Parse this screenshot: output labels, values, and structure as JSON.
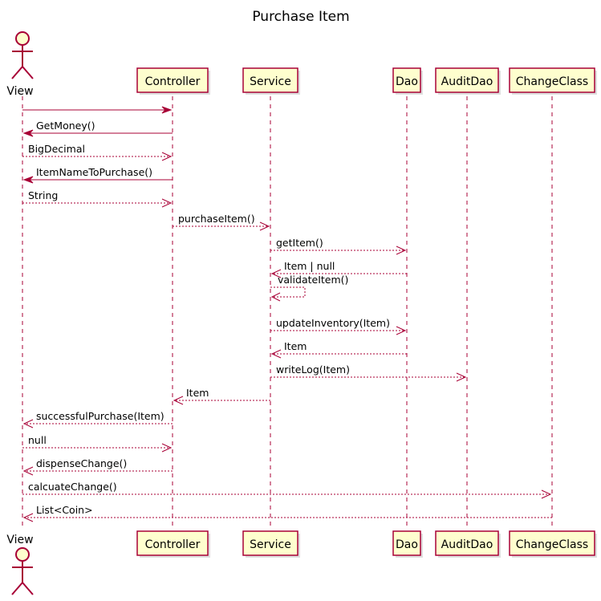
{
  "title": "Purchase Item",
  "colors": {
    "line": "#A80036",
    "box_fill": "#FEFECE"
  },
  "participants": [
    {
      "id": "view",
      "name": "View",
      "kind": "actor"
    },
    {
      "id": "controller",
      "name": "Controller",
      "kind": "participant"
    },
    {
      "id": "service",
      "name": "Service",
      "kind": "participant"
    },
    {
      "id": "dao",
      "name": "Dao",
      "kind": "participant"
    },
    {
      "id": "auditdao",
      "name": "AuditDao",
      "kind": "participant"
    },
    {
      "id": "changeclass",
      "name": "ChangeClass",
      "kind": "participant"
    }
  ],
  "messages": [
    {
      "from": "view",
      "to": "controller",
      "label": "",
      "style": "solid"
    },
    {
      "from": "controller",
      "to": "view",
      "label": "GetMoney()",
      "style": "solid"
    },
    {
      "from": "view",
      "to": "controller",
      "label": "BigDecimal",
      "style": "dashed"
    },
    {
      "from": "controller",
      "to": "view",
      "label": "ItemNameToPurchase()",
      "style": "solid"
    },
    {
      "from": "view",
      "to": "controller",
      "label": "String",
      "style": "dashed"
    },
    {
      "from": "controller",
      "to": "service",
      "label": "purchaseItem()",
      "style": "dashed"
    },
    {
      "from": "service",
      "to": "dao",
      "label": "getItem()",
      "style": "dashed"
    },
    {
      "from": "dao",
      "to": "service",
      "label": "Item | null",
      "style": "dashed"
    },
    {
      "from": "service",
      "to": "service",
      "label": "validateItem()",
      "style": "dashed"
    },
    {
      "from": "service",
      "to": "dao",
      "label": "updateInventory(Item)",
      "style": "dashed"
    },
    {
      "from": "dao",
      "to": "service",
      "label": "Item",
      "style": "dashed"
    },
    {
      "from": "service",
      "to": "auditdao",
      "label": "writeLog(Item)",
      "style": "dashed"
    },
    {
      "from": "service",
      "to": "controller",
      "label": "Item",
      "style": "dashed"
    },
    {
      "from": "controller",
      "to": "view",
      "label": "successfulPurchase(Item)",
      "style": "dashed"
    },
    {
      "from": "view",
      "to": "controller",
      "label": "null",
      "style": "dashed"
    },
    {
      "from": "controller",
      "to": "view",
      "label": "dispenseChange()",
      "style": "dashed"
    },
    {
      "from": "view",
      "to": "changeclass",
      "label": "calcuateChange()",
      "style": "dashed"
    },
    {
      "from": "changeclass",
      "to": "view",
      "label": "List<Coin>",
      "style": "dashed"
    }
  ]
}
